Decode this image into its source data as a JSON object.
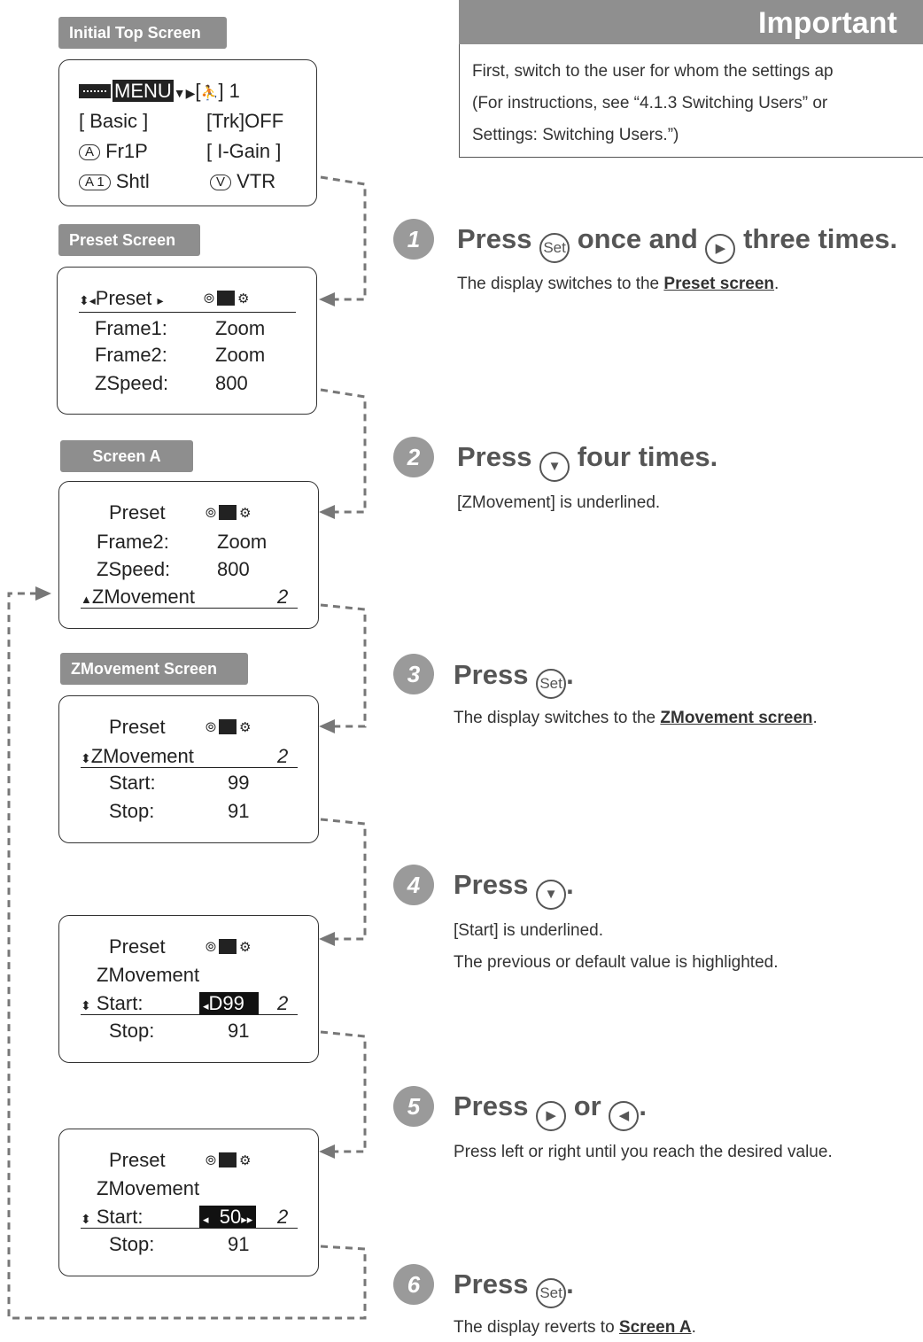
{
  "important": {
    "title": "Important",
    "lines": [
      "First, switch to the user for whom the settings ap",
      "(For instructions, see “4.1.3 Switching Users” or",
      "Settings: Switching Users.”)"
    ]
  },
  "screens": [
    {
      "label": "Initial Top Screen",
      "rows": [
        "MENU",
        "[",
        "] 1",
        "[ Basic ]",
        "[Trk]OFF",
        "A",
        "Fr1P",
        "[ I-Gain ]",
        "A 1",
        "Shtl",
        "V",
        "VTR"
      ]
    },
    {
      "label": "Preset Screen",
      "rows": [
        "Preset",
        "Frame1:",
        "Zoom",
        "Frame2:",
        "Zoom",
        "ZSpeed:",
        "800"
      ]
    },
    {
      "label": "Screen A",
      "rows": [
        "Preset",
        "Frame2:",
        "Zoom",
        "ZSpeed:",
        "800",
        "ZMovement",
        "2"
      ]
    },
    {
      "label": "ZMovement Screen",
      "rows": [
        "Preset",
        "ZMovement",
        "2",
        "Start:",
        "99",
        "Stop:",
        "91"
      ]
    },
    {
      "label": "",
      "rows": [
        "Preset",
        "ZMovement",
        "Start:",
        "D99",
        "2",
        "Stop:",
        "91"
      ]
    },
    {
      "label": "",
      "rows": [
        "Preset",
        "ZMovement",
        "Start:",
        "50",
        "2",
        "Stop:",
        "91"
      ]
    }
  ],
  "steps": [
    {
      "number": "1",
      "title_a": "Press",
      "title_b": "once and",
      "title_c": "three times.",
      "desc_a": "The display switches to the ",
      "desc_link": "Preset screen",
      "desc_b": "."
    },
    {
      "number": "2",
      "title_a": "Press",
      "title_b": "four times.",
      "desc": "[ZMovement] is underlined."
    },
    {
      "number": "3",
      "title_a": "Press",
      "title_b": ".",
      "desc_a": "The display switches to the ",
      "desc_link": "ZMovement screen",
      "desc_b": "."
    },
    {
      "number": "4",
      "title_a": "Press",
      "title_b": ".",
      "desc": "[Start] is underlined.",
      "desc2": "The previous or default value is highlighted."
    },
    {
      "number": "5",
      "title_a": "Press",
      "title_b": "or",
      "title_c": ".",
      "desc": "Press left or right until you reach the desired value."
    },
    {
      "number": "6",
      "title_a": "Press",
      "title_b": ".",
      "desc_a": "The display reverts to ",
      "desc_link": "Screen A",
      "desc_b": "."
    }
  ],
  "button_names": {
    "set": "Set"
  }
}
